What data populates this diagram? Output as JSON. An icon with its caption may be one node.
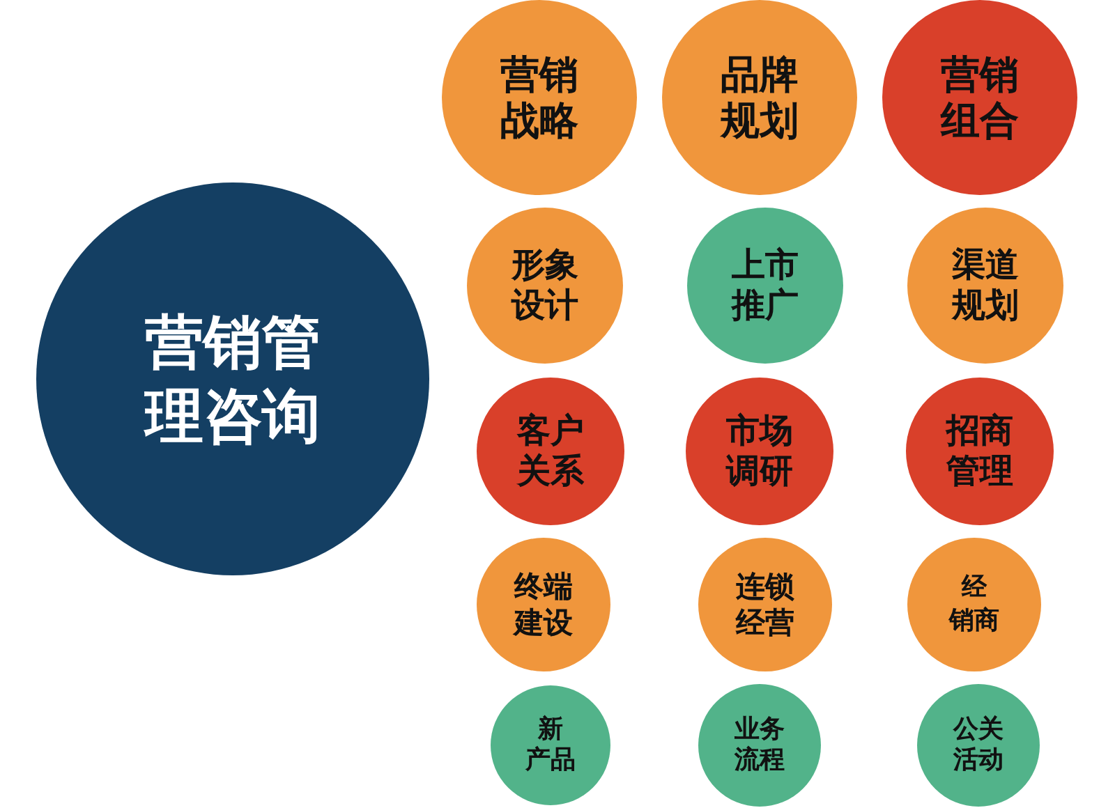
{
  "diagram": {
    "nodes": [
      {
        "text": [
          "营销管理咨询"
        ]
      },
      {
        "text": [
          "营销战略"
        ]
      },
      {
        "text": [
          "品牌规划"
        ]
      },
      {
        "text": [
          "营销组合"
        ]
      },
      {
        "text": [
          "形象设计"
        ]
      },
      {
        "text": [
          "上市推广"
        ]
      },
      {
        "text": [
          "渠道规划"
        ]
      },
      {
        "text": [
          "客户关系"
        ]
      },
      {
        "text": [
          "市场调研"
        ]
      },
      {
        "text": [
          "招商管理"
        ]
      },
      {
        "text": [
          "终端建设"
        ]
      },
      {
        "text": [
          "连锁经营"
        ]
      },
      {
        "text": [
          "经销商"
        ]
      },
      {
        "text": [
          "新产品"
        ]
      },
      {
        "text": [
          "业务流程"
        ]
      },
      {
        "text": [
          "公关活动"
        ]
      }
    ]
  }
}
